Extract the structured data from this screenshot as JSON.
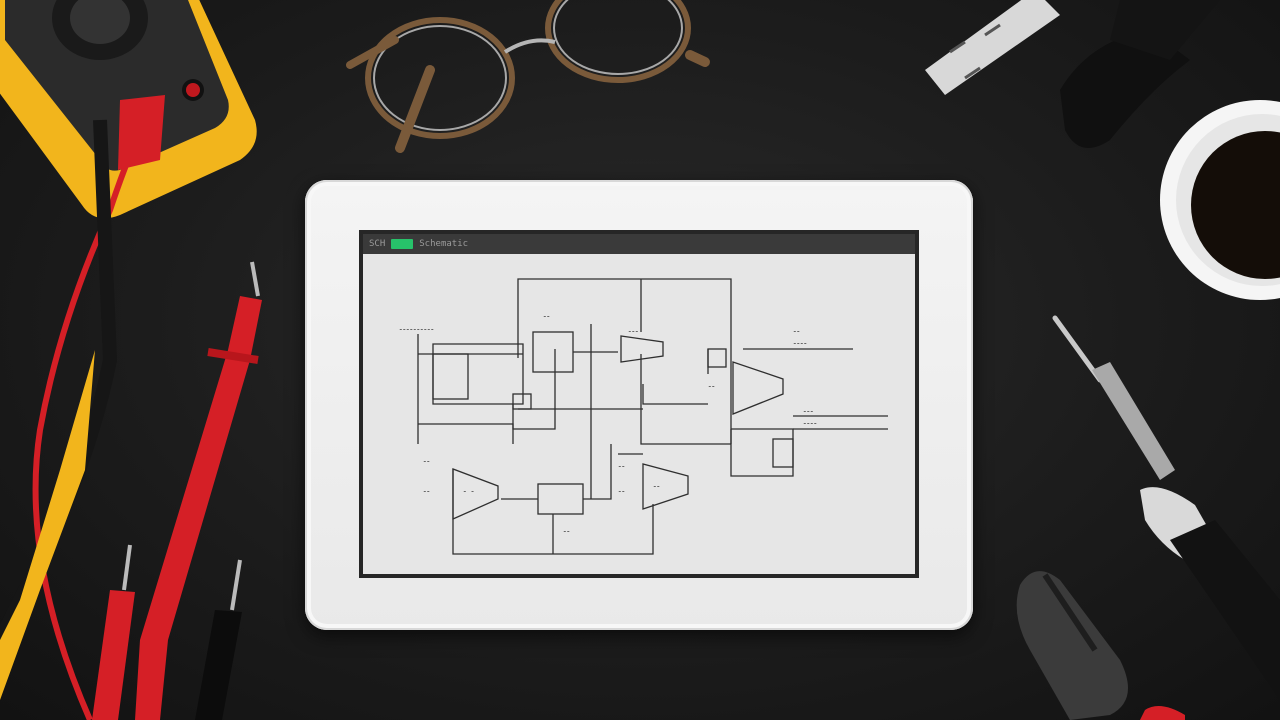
{
  "screen": {
    "title_left": "SCH",
    "title_text": "Schematic",
    "heading": "schematic"
  },
  "colors": {
    "desk": "#1c1c1c",
    "multimeter_body": "#f2b51c",
    "probe_red": "#d51f26",
    "status_green": "#27c26a"
  }
}
